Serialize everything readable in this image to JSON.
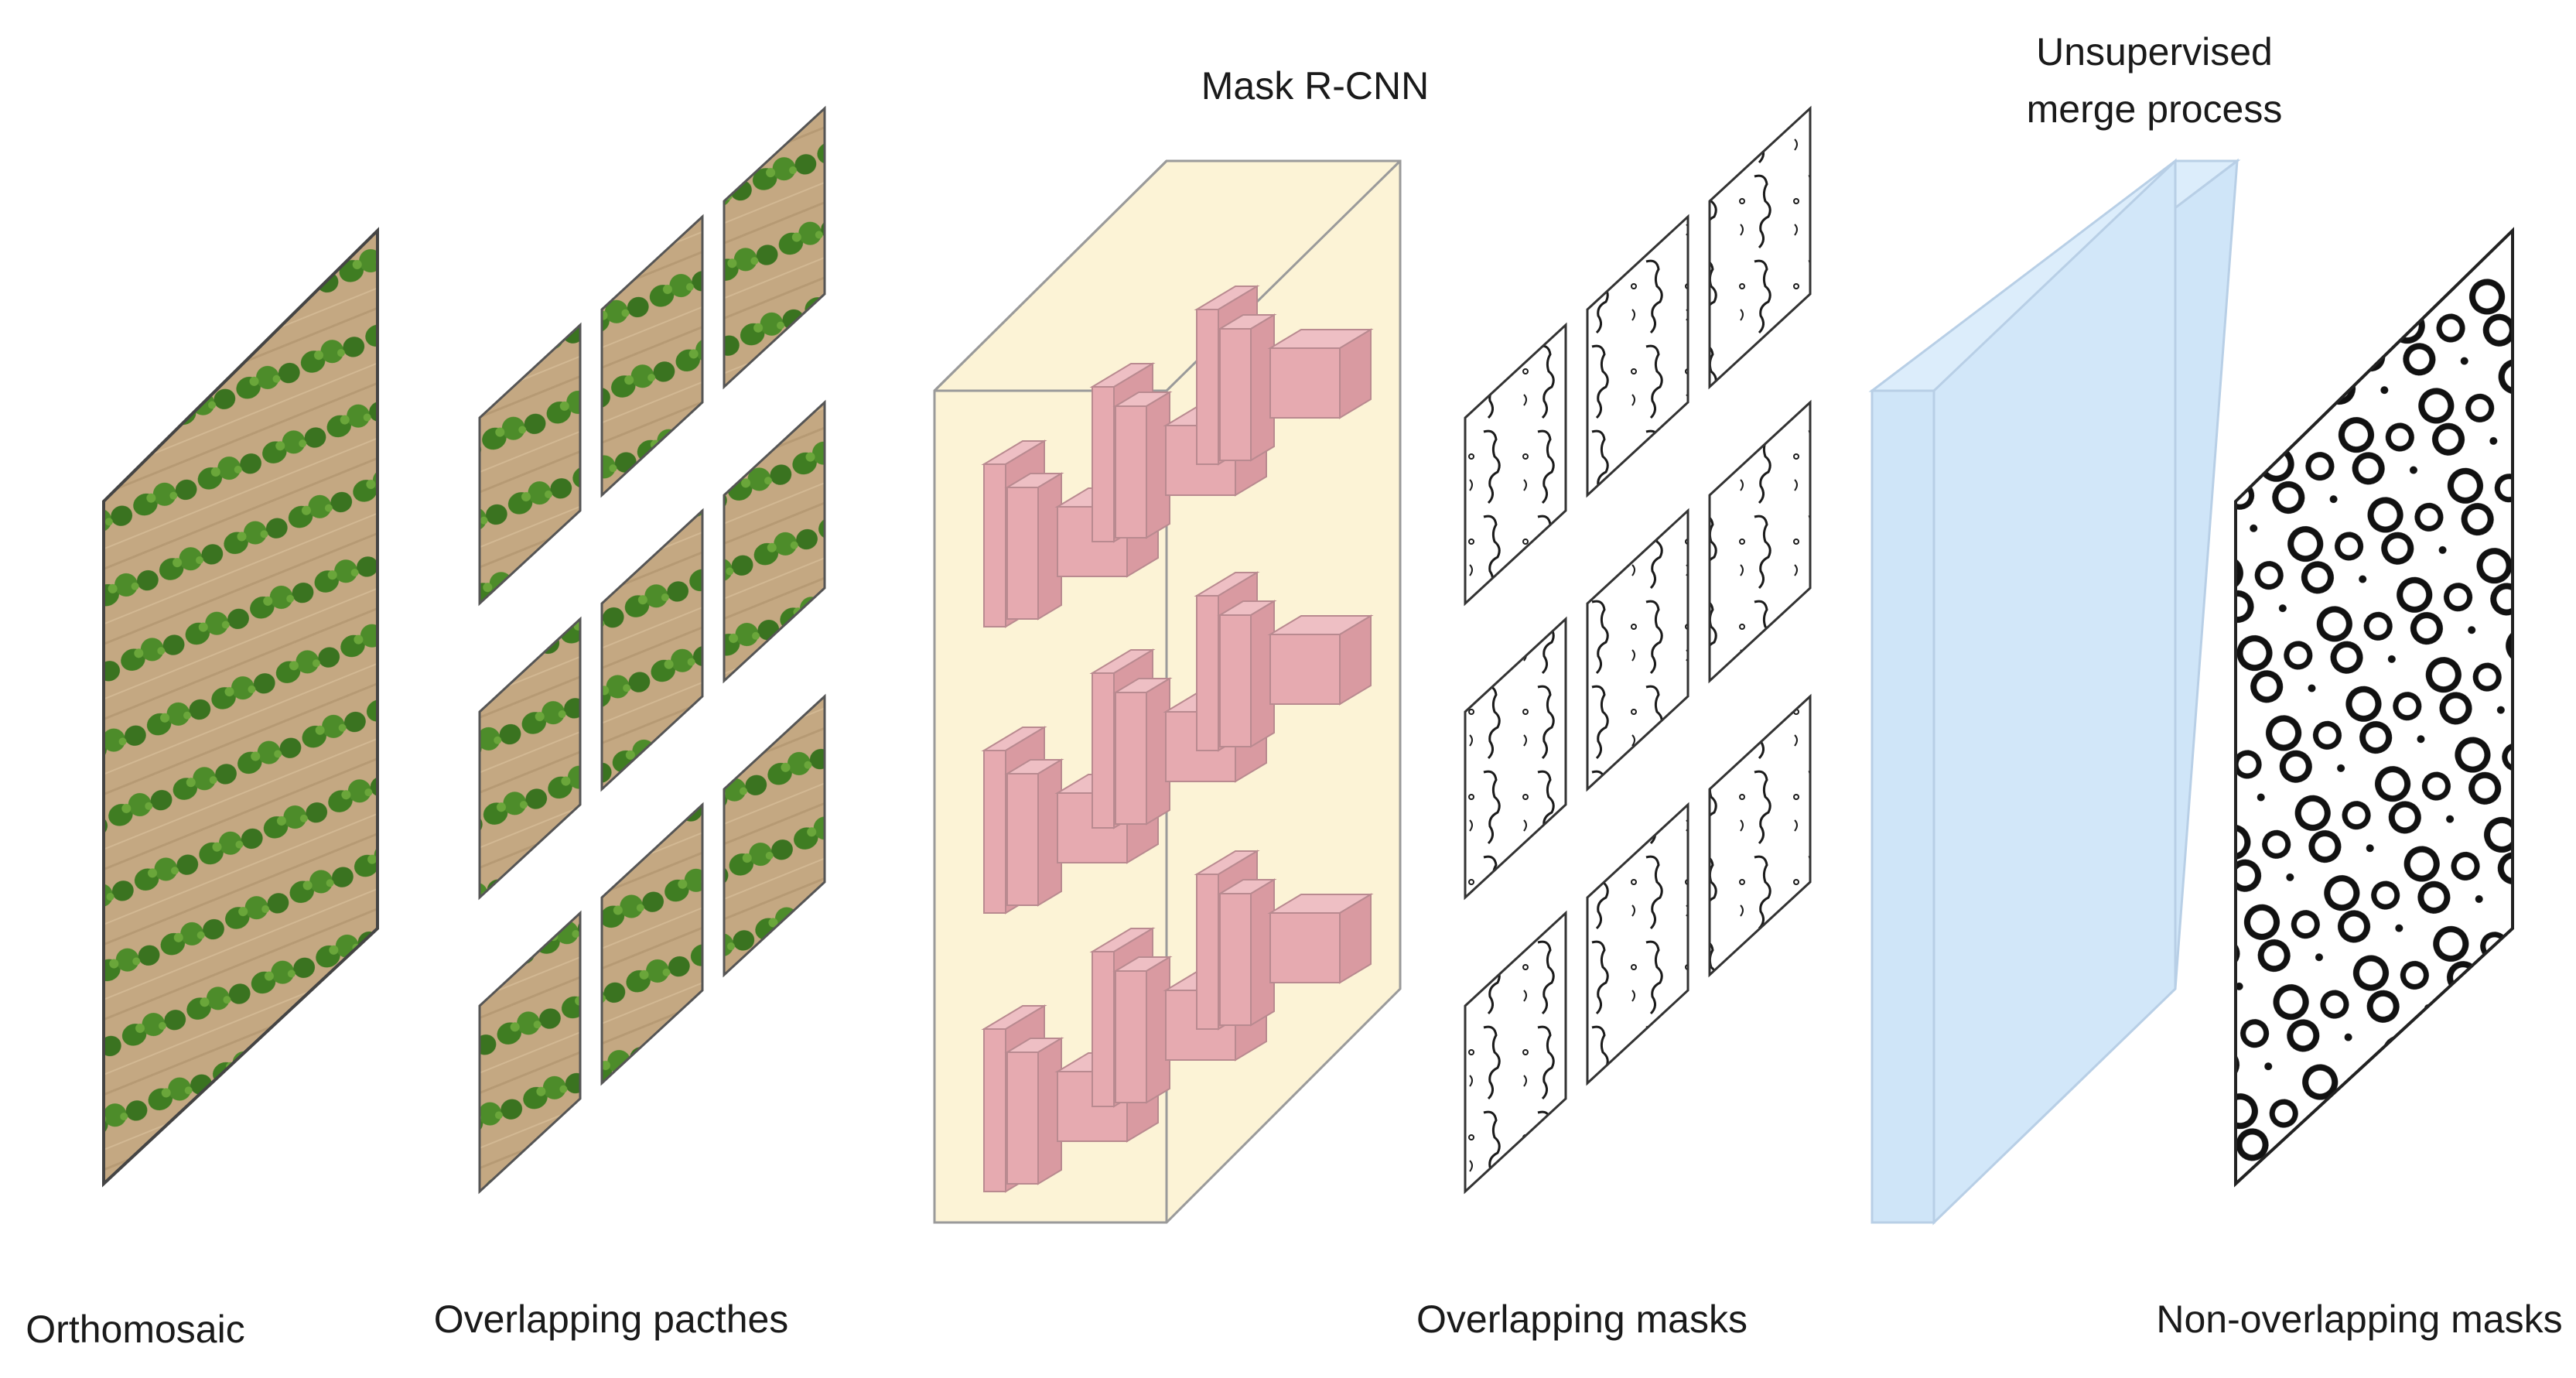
{
  "labels": {
    "orthomosaic": "Orthomosaic",
    "patches": "Overlapping pacthes",
    "model": "Mask R-CNN",
    "masks": "Overlapping masks",
    "merge_line1": "Unsupervised",
    "merge_line2": "merge process",
    "final": "Non-overlapping masks"
  },
  "colors": {
    "soil": "#c4a882",
    "plant": "#3f7d22",
    "plant_light": "#6aa63a",
    "model_box": "#fcf3d6",
    "neuron": "#e6aab0",
    "neuron_stroke": "#b98a90",
    "merge_block": "#cfe5f8",
    "merge_side": "#b9d6f0",
    "outline": "#555555"
  },
  "stages": [
    {
      "name": "orthomosaic-stage",
      "kind": "image"
    },
    {
      "name": "patches-stage",
      "kind": "image-grid",
      "rows": 3,
      "cols": 3
    },
    {
      "name": "mask-rcnn-stage",
      "kind": "network",
      "groups": 3
    },
    {
      "name": "overlapping-masks-stage",
      "kind": "mask-grid",
      "rows": 3,
      "cols": 3
    },
    {
      "name": "merge-stage",
      "kind": "block"
    },
    {
      "name": "final-mask-stage",
      "kind": "mask"
    }
  ]
}
